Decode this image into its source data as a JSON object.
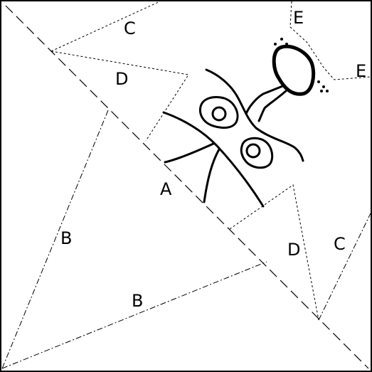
{
  "labels": {
    "c_top": "C",
    "e_top": "E",
    "d_upper": "D",
    "e_right": "E",
    "a": "A",
    "b_left": "B",
    "d_lower": "D",
    "c_right": "C",
    "b_bottom": "B"
  }
}
